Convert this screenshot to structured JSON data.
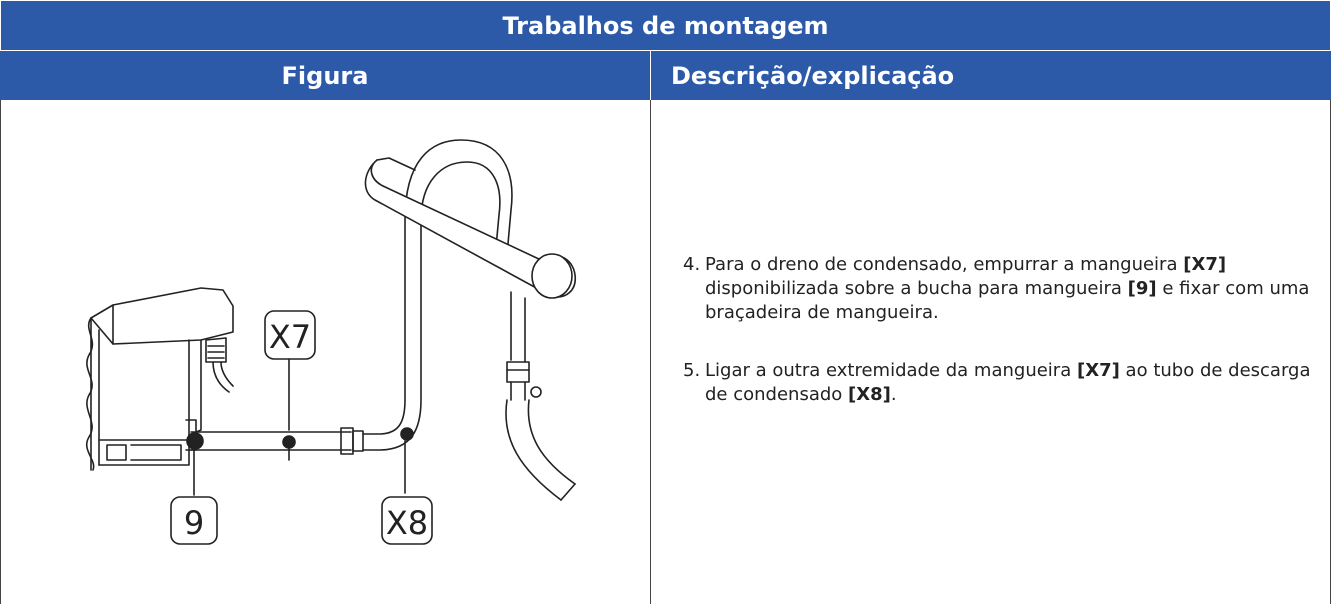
{
  "header": {
    "title": "Trabalhos de montagem",
    "col_figure": "Figura",
    "col_description": "Descrição/explicação"
  },
  "figure": {
    "labels": {
      "x7": "X7",
      "x8": "X8",
      "nine": "9"
    }
  },
  "steps": [
    {
      "num": "4.",
      "parts": [
        "Para o dreno de condensado, empurrar a mangueira ",
        "[X7]",
        " disponibilizada sobre a bucha para mangueira ",
        "[9]",
        " e fixar com uma braçadeira de mangueira."
      ]
    },
    {
      "num": "5.",
      "parts": [
        "Ligar a outra extremidade da mangueira ",
        "[X7]",
        " ao tubo de descarga de condensado ",
        "[X8]",
        "."
      ]
    }
  ],
  "colors": {
    "header_bg": "#2d5aa8",
    "header_text": "#ffffff",
    "line": "#222222"
  }
}
